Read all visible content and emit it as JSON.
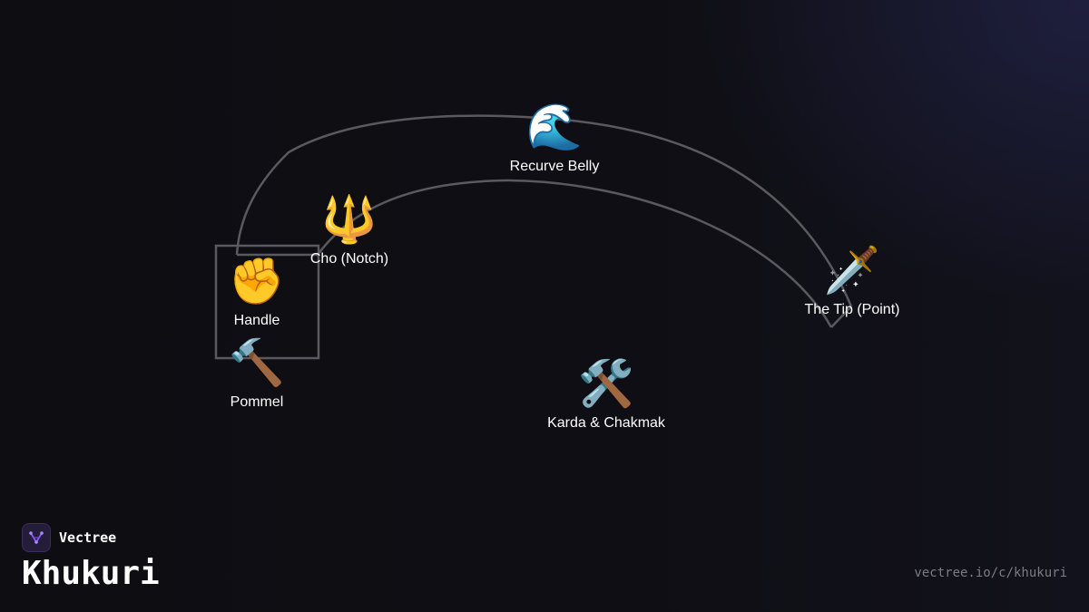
{
  "brand": {
    "name": "Vectree",
    "logo_icon": "vectree-logo-icon",
    "accent": "#8b5cf6"
  },
  "page": {
    "title": "Khukuri",
    "url": "vectree.io/c/khukuri"
  },
  "diagram": {
    "line_color": "#5a5a5e",
    "nodes": [
      {
        "id": "recurve-belly",
        "label": "Recurve Belly",
        "emoji": "🌊",
        "icon": "wave-icon"
      },
      {
        "id": "cho-notch",
        "label": "Cho (Notch)",
        "emoji": "🔱",
        "icon": "trident-icon"
      },
      {
        "id": "handle",
        "label": "Handle",
        "emoji": "✊",
        "icon": "fist-icon"
      },
      {
        "id": "the-tip",
        "label": "The Tip (Point)",
        "emoji": "🗡️",
        "icon": "dagger-icon"
      },
      {
        "id": "pommel",
        "label": "Pommel",
        "emoji": "🔨",
        "icon": "hammer-icon"
      },
      {
        "id": "karda-chakmak",
        "label": "Karda & Chakmak",
        "emoji": "🛠️",
        "icon": "tools-icon"
      }
    ]
  }
}
